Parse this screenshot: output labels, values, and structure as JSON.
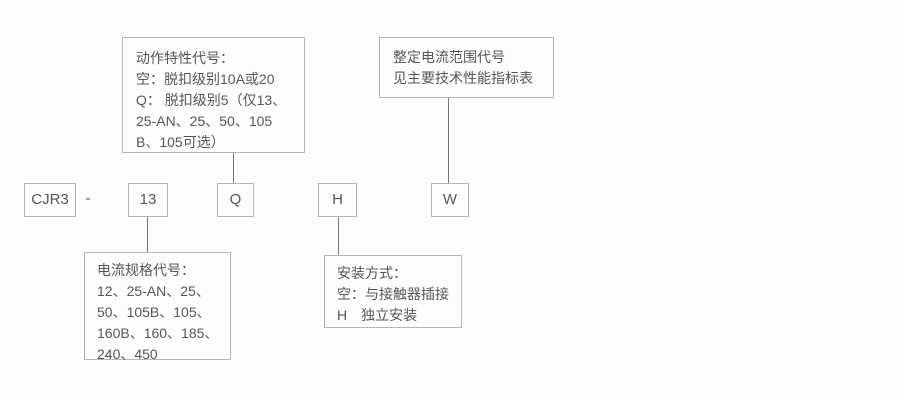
{
  "diagram": {
    "title_semantic": "CJR3 model designation diagram",
    "model_prefix": "CJR3",
    "separator": "-",
    "codes": {
      "current_spec_code": "13",
      "action_code": "Q",
      "mounting_code": "H",
      "range_code": "W"
    },
    "notes": {
      "action": {
        "lines": {
          "0": "动作特性代号：",
          "1": "空：脱扣级别10A或20",
          "2": "Q： 脱扣级别5（仅13、",
          "3": "25-AN、25、50、105",
          "4": "B、105可选）"
        }
      },
      "range": {
        "lines": {
          "0": "整定电流范围代号",
          "1": "见主要技术性能指标表"
        }
      },
      "current": {
        "lines": {
          "0": "电流规格代号：",
          "1": "12、25-AN、25、",
          "2": "50、105B、105、",
          "3": "160B、160、185、",
          "4": "240、450"
        }
      },
      "mount": {
        "lines": {
          "0": "安装方式：",
          "1": "空：与接触器插接",
          "2": "H　独立安装"
        }
      }
    },
    "colors": {
      "background": "#fdfdfd",
      "box_border": "#b5b5b5",
      "connector_line": "#757575",
      "text": "#565656"
    }
  }
}
